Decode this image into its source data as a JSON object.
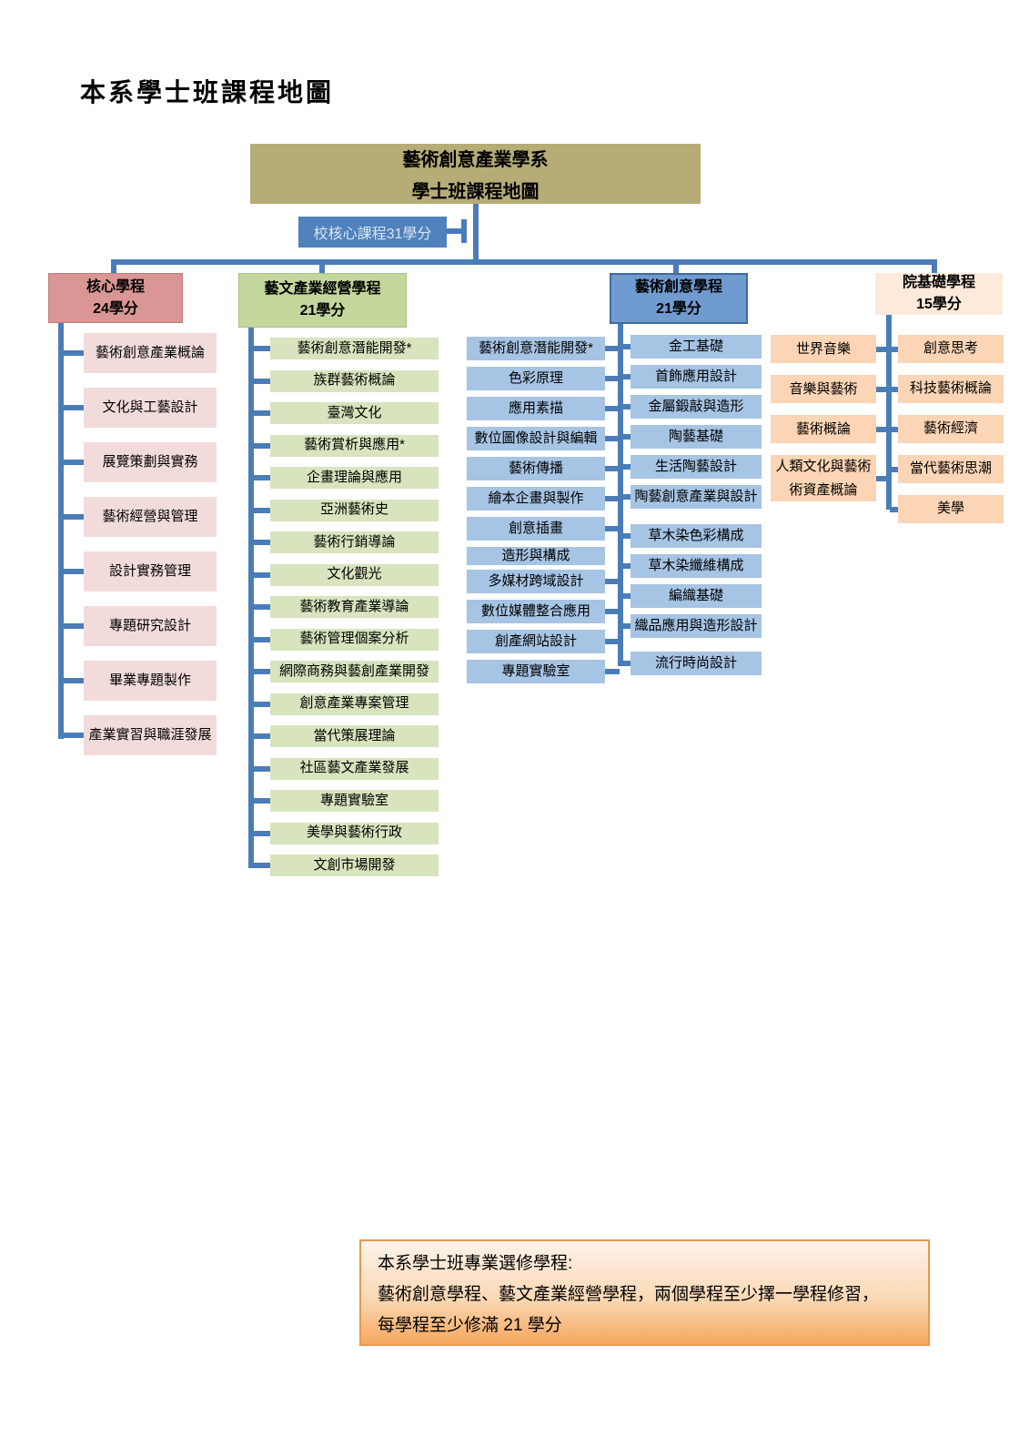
{
  "page_title": "本系學士班課程地圖",
  "root_box": {
    "line1": "藝術創意產業學系",
    "line2": "學士班課程地圖"
  },
  "school_core_box": "校核心課程31學分",
  "programs": {
    "core": {
      "title": "核心學程",
      "credits": "24學分",
      "items": [
        "藝術創意產業概論",
        "文化與工藝設計",
        "展覽策劃與實務",
        "藝術經營與管理",
        "設計實務管理",
        "專題研究設計",
        "畢業專題製作",
        "產業實習與職涯發展"
      ]
    },
    "arts_business": {
      "title": "藝文產業經營學程",
      "credits": "21學分",
      "items": [
        "藝術創意潛能開發*",
        "族群藝術概論",
        "臺灣文化",
        "藝術賞析與應用*",
        "企畫理論與應用",
        "亞洲藝術史",
        "藝術行銷導論",
        "文化觀光",
        "藝術教育產業導論",
        "藝術管理個案分析",
        "網際商務與藝創產業開發",
        "創意產業專案管理",
        "當代策展理論",
        "社區藝文產業發展",
        "專題實驗室",
        "美學與藝術行政",
        "文創市場開發"
      ]
    },
    "art_creative": {
      "title": "藝術創意學程",
      "credits": "21學分",
      "left_items": [
        "藝術創意潛能開發*",
        "色彩原理",
        "應用素描",
        "數位圖像設計與編輯",
        "藝術傳播",
        "繪本企畫與製作",
        "創意插畫",
        "造形與構成",
        "多媒材跨域設計",
        "數位媒體整合應用",
        "創產網站設計",
        "專題實驗室"
      ],
      "right_items": [
        "金工基礎",
        "首飾應用設計",
        "金屬鍛敲與造形",
        "陶藝基礎",
        "生活陶藝設計",
        "陶藝創意產業與設計",
        "草木染色彩構成",
        "草木染纖維構成",
        "編織基礎",
        "織品應用與造形設計",
        "流行時尚設計"
      ]
    },
    "college_foundation": {
      "title": "院基礎學程",
      "credits": "15學分",
      "left_items": [
        "世界音樂",
        "音樂與藝術",
        "藝術概論",
        "人類文化與藝術術資產概論"
      ],
      "right_items": [
        "創意思考",
        "科技藝術概論",
        "藝術經濟",
        "當代藝術思潮",
        "美學"
      ]
    }
  },
  "note_box": {
    "line1": "本系學士班專業選修學程:",
    "line2": "藝術創意學程、藝文產業經營學程，兩個學程至少擇一學程修習，",
    "line3": "每學程至少修滿 21 學分"
  },
  "colors": {
    "connector": "#4a7db8",
    "root_fill": "#b5ac76",
    "school_core_fill": "#4f81bd",
    "core_header": "#d99694",
    "core_item": "#f2dcdb",
    "business_header": "#c3d69b",
    "business_item": "#d7e4bd",
    "creative_header": "#6f9bd1",
    "creative_item": "#a6c4e4",
    "foundation_header": "#fdeada",
    "foundation_item": "#fbd5b5",
    "note_border": "#e9984f"
  }
}
